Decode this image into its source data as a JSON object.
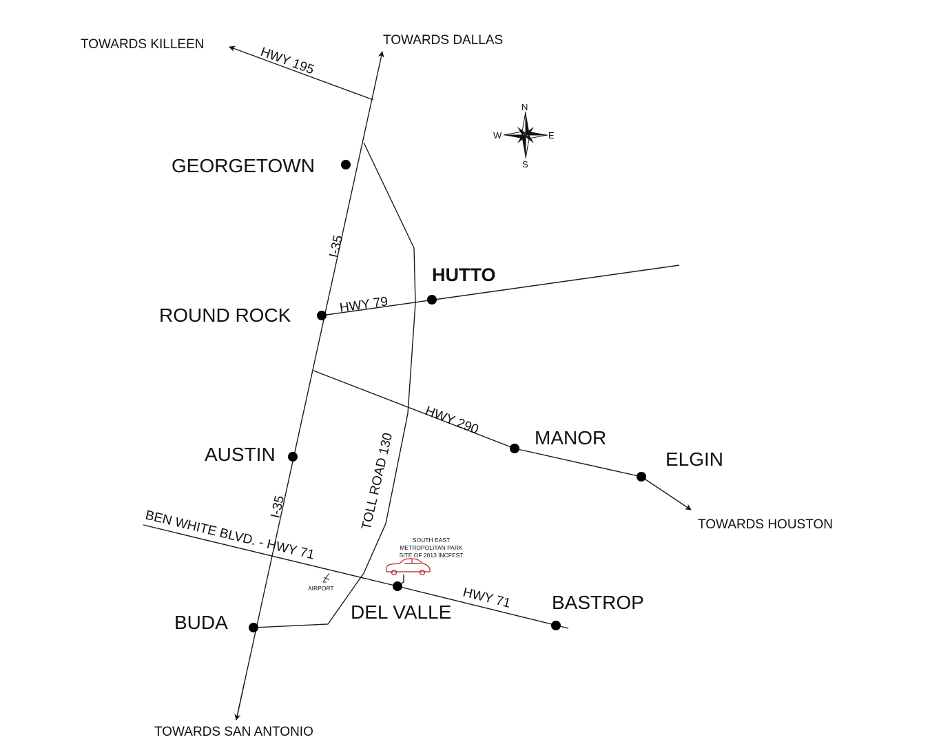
{
  "map": {
    "directions": {
      "killeen": "TOWARDS KILLEEN",
      "dallas": "TOWARDS DALLAS",
      "houston": "TOWARDS HOUSTON",
      "san_antonio": "TOWARDS SAN ANTONIO"
    },
    "highways": {
      "hwy195": "HWY 195",
      "i35_north": "I-35",
      "i35_south": "I-35",
      "hwy79": "HWY 79",
      "hwy290": "HWY 290",
      "toll130": "TOLL ROAD 130",
      "benwhite": "BEN WHITE BLVD.  - HWY 71",
      "hwy71": "HWY 71"
    },
    "cities": {
      "georgetown": "GEORGETOWN",
      "hutto": "HUTTO",
      "round_rock": "ROUND ROCK",
      "austin": "AUSTIN",
      "manor": "MANOR",
      "elgin": "ELGIN",
      "buda": "BUDA",
      "del_valle": "DEL VALLE",
      "bastrop": "BASTROP"
    },
    "landmarks": {
      "park_line1": "SOUTH EAST",
      "park_line2": "METROPOLITAN PARK",
      "park_line3": "SITE OF 2013 INCFEST",
      "airport": "AIRPORT"
    },
    "compass": {
      "n": "N",
      "e": "E",
      "s": "S",
      "w": "W"
    },
    "colors": {
      "ink": "#111111",
      "car": "#b22222"
    }
  }
}
